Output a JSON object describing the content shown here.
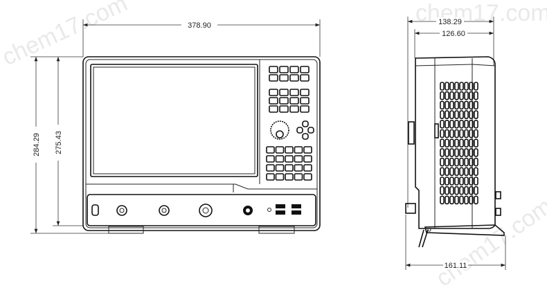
{
  "watermark": "chem17.com",
  "front_view": {
    "width_label": "378.90",
    "height_overall_label": "284.29",
    "height_body_label": "275.43"
  },
  "side_view": {
    "depth_overall_label": "138.29",
    "depth_body_label": "126.60",
    "depth_with_stand_label": "161.11"
  }
}
